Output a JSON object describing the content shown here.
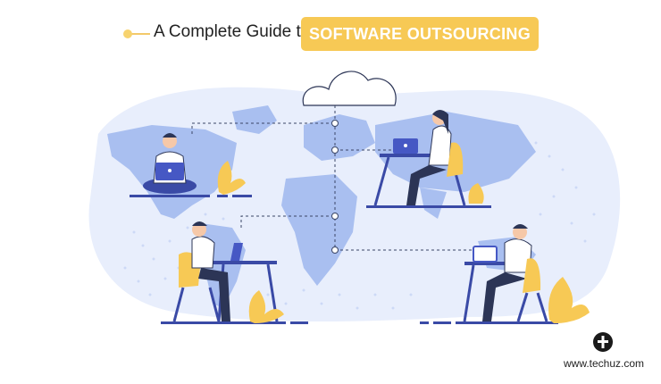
{
  "title": {
    "prefix": "A Complete Guide to",
    "highlight": "SOFTWARE OUTSOURCING"
  },
  "brand": {
    "website": "www.techuz.com",
    "logo_icon": "techuz-logo-icon"
  },
  "colors": {
    "accent_yellow": "#f7c955",
    "map_blue": "#a9bff0",
    "background_blob": "#e8eefc",
    "furniture_navy": "#3a4aa6"
  }
}
